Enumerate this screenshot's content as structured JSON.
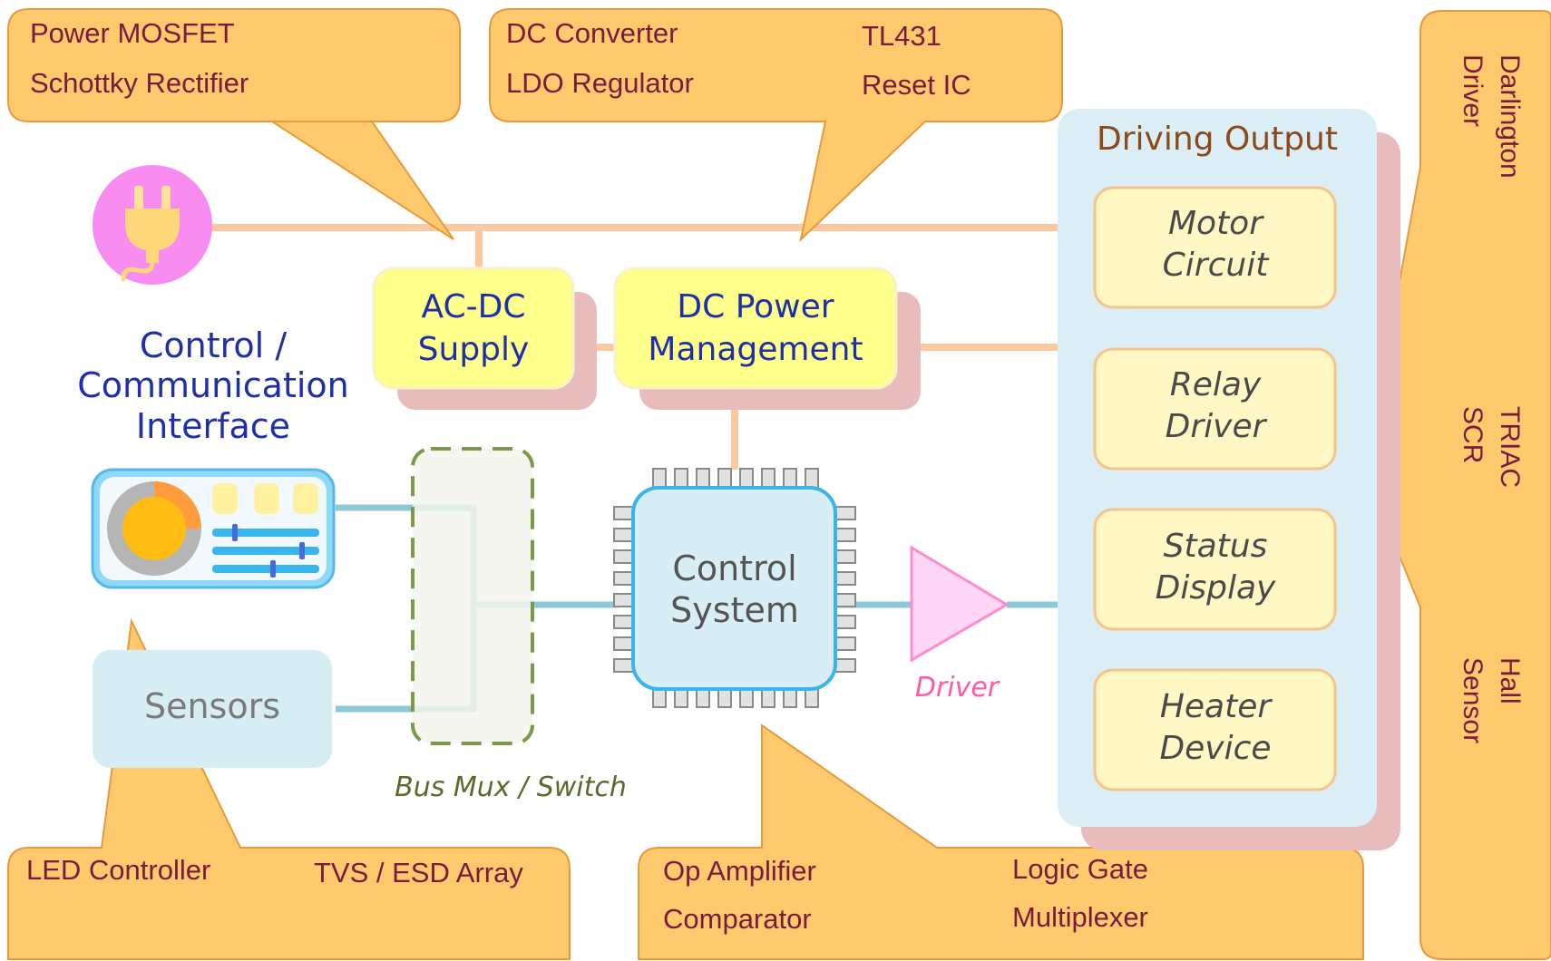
{
  "callouts": {
    "power": {
      "line1": "Power MOSFET",
      "line2": "Schottky Rectifier"
    },
    "dc": {
      "col1_line1": "DC Converter",
      "col1_line2": "LDO Regulator",
      "col2_line1": "TL431",
      "col2_line2": "Reset IC"
    },
    "interface": {
      "item1": "LED Controller",
      "item2": "TVS / ESD Array"
    },
    "control": {
      "col1_line1": "Op Amplifier",
      "col1_line2": "Comparator",
      "col2_line1": "Logic Gate",
      "col2_line2": "Multiplexer"
    },
    "side": {
      "line1a": "Darlington",
      "line1b": "Driver",
      "line2a": "TRIAC",
      "line2b": "SCR",
      "line3a": "Hall",
      "line3b": "Sensor"
    }
  },
  "blocks": {
    "acdc": {
      "line1": "AC-DC",
      "line2": "Supply"
    },
    "dcpm": {
      "line1": "DC Power",
      "line2": "Management"
    },
    "control_system": {
      "line1": "Control",
      "line2": "System"
    },
    "interface_label": {
      "line1": "Control /",
      "line2": "Communication",
      "line3": "Interface"
    },
    "sensors": "Sensors",
    "bus_mux": "Bus Mux / Switch",
    "driver": "Driver"
  },
  "driving_output": {
    "title": "Driving Output",
    "items": [
      {
        "line1": "Motor",
        "line2": "Circuit"
      },
      {
        "line1": "Relay",
        "line2": "Driver"
      },
      {
        "line1": "Status",
        "line2": "Display"
      },
      {
        "line1": "Heater",
        "line2": "Device"
      }
    ]
  },
  "icons": {
    "plug": "power-plug-icon",
    "panel": "control-panel-icon",
    "chip": "microcontroller-chip-icon",
    "driver": "amplifier-triangle-icon"
  },
  "colors": {
    "callout_fill": "#ffc96e",
    "callout_stroke": "#e69a3c",
    "block_fill": "#ffff8c",
    "shadow": "#e8bcbc",
    "panel_fill": "#dceef5",
    "wire_power": "#fcc8a0",
    "wire_signal": "#8cc8d8",
    "plug_bg": "#f98cf0",
    "driver_fill": "#ffd6f5",
    "driver_stroke": "#ff8ccc"
  }
}
